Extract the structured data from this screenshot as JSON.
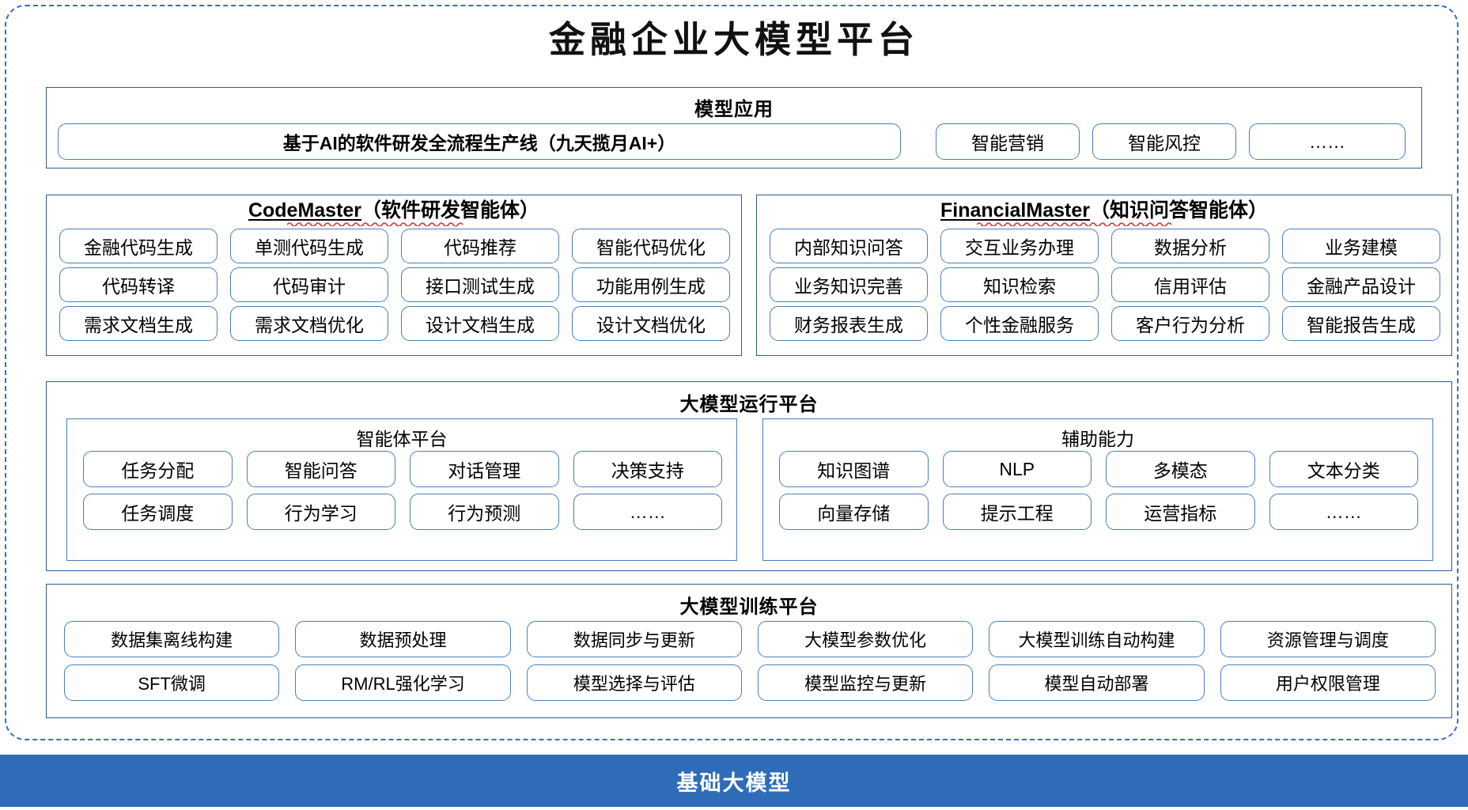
{
  "title": "金融企业大模型平台",
  "colors": {
    "outer_frame": "#3B68D8",
    "section_border": "#2E5C92",
    "pill_border": "#4A7EBB",
    "base_bar": "#2E6CB8",
    "spellcheck_squiggle": "#E03030"
  },
  "application_layer": {
    "title": "模型应用",
    "main_pill": "基于AI的软件研发全流程生产线（九天揽月AI+）",
    "pills": [
      "智能营销",
      "智能风控",
      "……"
    ]
  },
  "agents": {
    "code_master": {
      "name_en": "CodeMaster",
      "name_cn": "（软件研发智能体）",
      "items": [
        "金融代码生成",
        "单测代码生成",
        "代码推荐",
        "智能代码优化",
        "代码转译",
        "代码审计",
        "接口测试生成",
        "功能用例生成",
        "需求文档生成",
        "需求文档优化",
        "设计文档生成",
        "设计文档优化"
      ]
    },
    "financial_master": {
      "name_en": "FinancialMaster",
      "name_cn": "（知识问答智能体）",
      "items": [
        "内部知识问答",
        "交互业务办理",
        "数据分析",
        "业务建模",
        "业务知识完善",
        "知识检索",
        "信用评估",
        "金融产品设计",
        "财务报表生成",
        "个性金融服务",
        "客户行为分析",
        "智能报告生成"
      ]
    }
  },
  "runtime_platform": {
    "title": "大模型运行平台",
    "agent_platform": {
      "title": "智能体平台",
      "items": [
        "任务分配",
        "智能问答",
        "对话管理",
        "决策支持",
        "任务调度",
        "行为学习",
        "行为预测",
        "……"
      ]
    },
    "auxiliary": {
      "title": "辅助能力",
      "items": [
        "知识图谱",
        "NLP",
        "多模态",
        "文本分类",
        "向量存储",
        "提示工程",
        "运营指标",
        "……"
      ]
    }
  },
  "training_platform": {
    "title": "大模型训练平台",
    "items": [
      "数据集离线构建",
      "数据预处理",
      "数据同步与更新",
      "大模型参数优化",
      "大模型训练自动构建",
      "资源管理与调度",
      "SFT微调",
      "RM/RL强化学习",
      "模型选择与评估",
      "模型监控与更新",
      "模型自动部署",
      "用户权限管理"
    ]
  },
  "base_bar": {
    "label": "基础大模型"
  }
}
